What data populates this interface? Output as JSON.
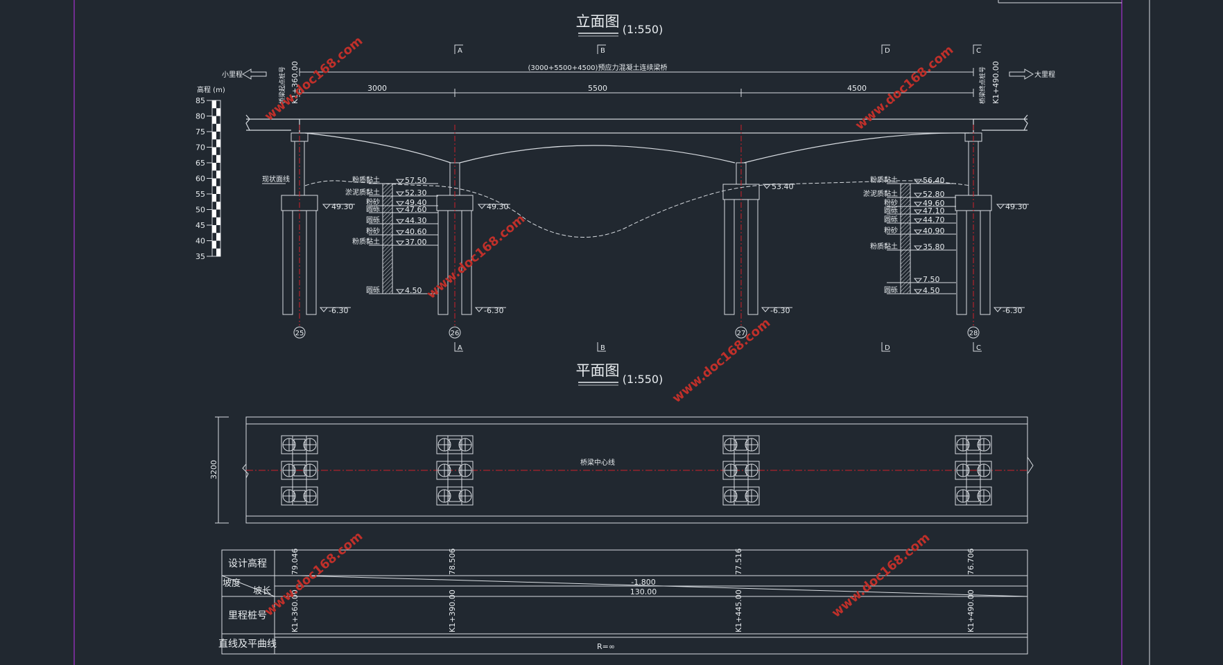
{
  "elevation": {
    "title": "立面图",
    "scale": "(1:550)",
    "span_title": "(3000+5500+4500)预应力混凝土连续梁桥",
    "spans": [
      "3000",
      "5500",
      "4500"
    ],
    "left_direction": "小里程",
    "right_direction": "大里程",
    "left_station_label": "桥梁起点桩号",
    "left_station": "K1+360.00",
    "right_station_label": "桥梁终点桩号",
    "right_station": "K1+490.00",
    "elev_axis_label": "高程 (m)",
    "elev_ticks": [
      "85",
      "80",
      "75",
      "70",
      "65",
      "60",
      "55",
      "50",
      "45",
      "40",
      "35"
    ],
    "ground_label": "现状面线",
    "pier_numbers": [
      "25",
      "26",
      "27",
      "28"
    ],
    "section_marks": [
      "A",
      "B",
      "D",
      "C"
    ],
    "pier_top_elevations": [
      "49.30",
      "49.30",
      "53.40",
      "49.30"
    ],
    "pile_tip_elevations": [
      "-6.30",
      "-6.30",
      "-6.30",
      "-6.30"
    ],
    "borehole_left": {
      "layers": [
        "粉质黏土",
        "淤泥质黏土",
        "粉砂",
        "圆砾",
        "圆砾",
        "粉砂",
        "粉质黏土",
        "圆砾"
      ],
      "elevations": [
        "57.50",
        "52.30",
        "49.40",
        "47.60",
        "44.30",
        "40.60",
        "37.00",
        "4.50"
      ]
    },
    "borehole_right": {
      "layers": [
        "粉质黏土",
        "淤泥质黏土",
        "粉砂",
        "圆砾",
        "圆砾",
        "粉砂",
        "粉质黏土",
        "圆砾"
      ],
      "elevations": [
        "56.40",
        "52.80",
        "49.60",
        "47.10",
        "44.70",
        "40.90",
        "35.80",
        "7.50",
        "4.50"
      ]
    }
  },
  "plan": {
    "title": "平面图",
    "scale": "(1:550)",
    "width_dim": "3200",
    "centerline_label": "桥梁中心线"
  },
  "profile_table": {
    "row_design_elev": "设计高程",
    "row_slope": "坡度",
    "row_slope_len": "坡长",
    "row_station": "里程桩号",
    "row_alignment": "直线及平曲线",
    "design_elevations": [
      "79.046",
      "78.506",
      "77.516",
      "76.706"
    ],
    "slope_value": "-1.800",
    "slope_length": "130.00",
    "stations": [
      "K1+360.00",
      "K1+390.00",
      "K1+445.00",
      "K1+490.00"
    ],
    "alignment": "R=∞"
  },
  "watermark": "www.doc168.com",
  "colors": {
    "background": "#212830",
    "line": "#d9dde2",
    "centerline": "#d0202a",
    "frame": "#8a2fb0",
    "watermark": "#c0302a"
  }
}
